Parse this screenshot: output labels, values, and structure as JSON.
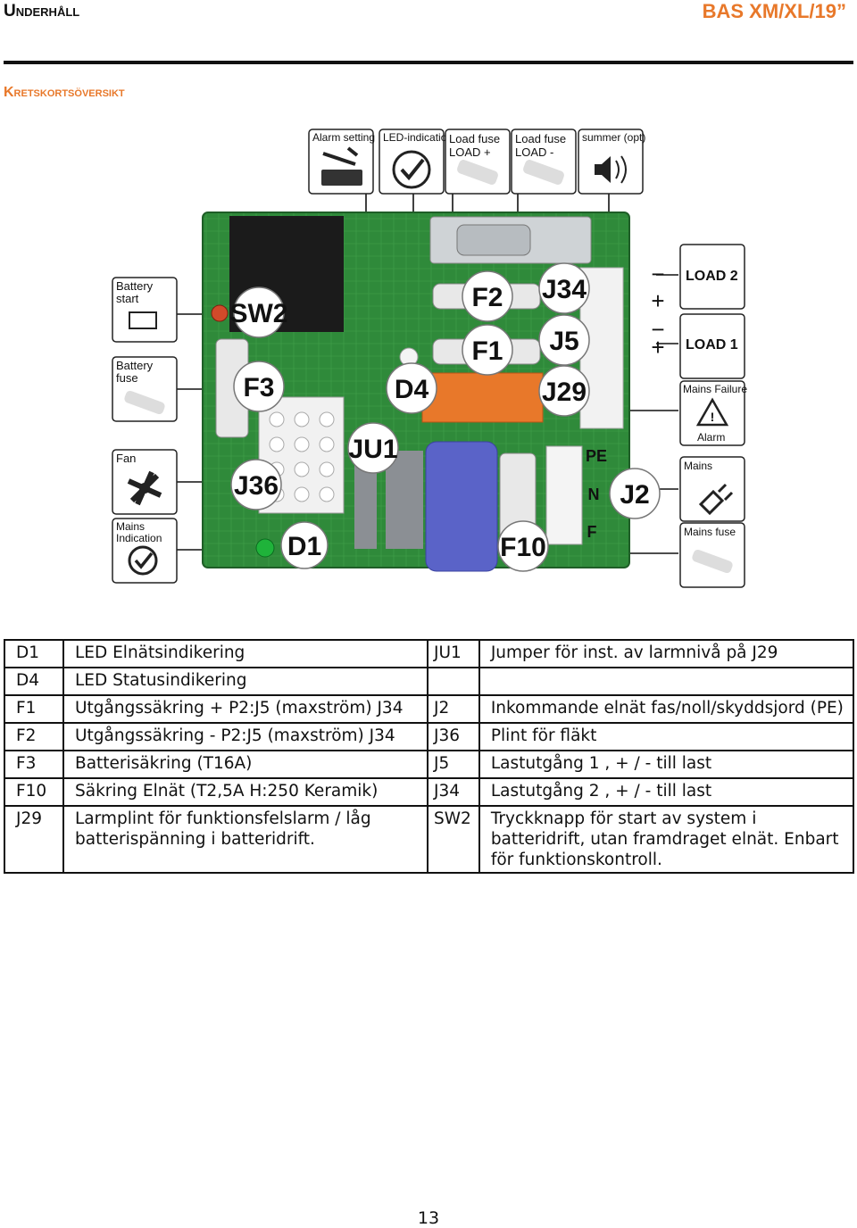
{
  "header": {
    "section": "Underhåll",
    "product": "BAS XM/XL/19”"
  },
  "title": "Kretskortsöversikt",
  "diagram": {
    "top_cards": [
      {
        "label": "Alarm setting",
        "icon": "wrench-keyboard-icon"
      },
      {
        "label": "LED-indication",
        "icon": "checkmark-circle-icon"
      },
      {
        "label": "Load fuse",
        "sublabel": "LOAD +",
        "icon": "fuse-icon"
      },
      {
        "label": "Load fuse",
        "sublabel": "LOAD -",
        "icon": "fuse-icon"
      },
      {
        "label": "summer (opt)",
        "icon": "speaker-icon"
      }
    ],
    "left_cards": [
      {
        "label": "Battery start",
        "icon": "finger-press-icon"
      },
      {
        "label": "Battery fuse",
        "icon": "fuse-icon"
      },
      {
        "label": "Fan",
        "icon": "fan-icon"
      },
      {
        "label": "Mains Indication",
        "icon": "checkmark-circle-icon"
      }
    ],
    "right_cards": [
      {
        "label": "LOAD 2"
      },
      {
        "label": "LOAD 1"
      },
      {
        "label": "Mains Failure",
        "sublabel": "Alarm",
        "icon": "warning-icon"
      },
      {
        "label": "Mains",
        "icon": "plug-icon"
      },
      {
        "label": "Mains fuse",
        "icon": "fuse-icon"
      }
    ],
    "polarity": [
      "−",
      "+",
      "−",
      "+"
    ],
    "board_labels": [
      "SW2",
      "F3",
      "J36",
      "D1",
      "JU1",
      "D4",
      "F2",
      "F1",
      "J34",
      "J5",
      "J29",
      "F10",
      "J2"
    ],
    "terminal_labels": [
      "PE",
      "N",
      "F"
    ]
  },
  "legend": {
    "rows": [
      {
        "c1": "D1",
        "c2": "LED Elnätsindikering",
        "c3": "JU1",
        "c4": "Jumper för inst.  av larmnivå på J29"
      },
      {
        "c1": "D4",
        "c2": "LED Statusindikering",
        "c3": "",
        "c4": ""
      },
      {
        "c1": "F1",
        "c2": "Utgångssäkring + P2:J5 (maxström) J34",
        "c3": "J2",
        "c4": "Inkommande elnät  fas/noll/skyddsjord (PE)"
      },
      {
        "c1": "F2",
        "c2": "Utgångssäkring - P2:J5 (maxström)  J34",
        "c3": "J36",
        "c4": "Plint för fläkt"
      },
      {
        "c1": "F3",
        "c2": "Batterisäkring (T16A)",
        "c3": "J5",
        "c4": "Lastutgång 1 , + / - till last"
      },
      {
        "c1": "F10",
        "c2": "Säkring  Elnät (T2,5A H:250 Keramik)",
        "c3": "J34",
        "c4": "Lastutgång 2 , + / - till last"
      },
      {
        "c1": "J29",
        "c2": "Larmplint för funktionsfelslarm / låg batterispänning i batteridrift.",
        "c3": "SW2",
        "c4": "Tryckknapp för start av system i batteridrift, utan framdraget elnät. Enbart för funktionskontroll."
      }
    ]
  },
  "page_number": "13",
  "colors": {
    "accent": "#e8782a",
    "board_green": "#2f8a3a",
    "relay_orange": "#e8782a",
    "capacitor_blue": "#5a63c8"
  }
}
